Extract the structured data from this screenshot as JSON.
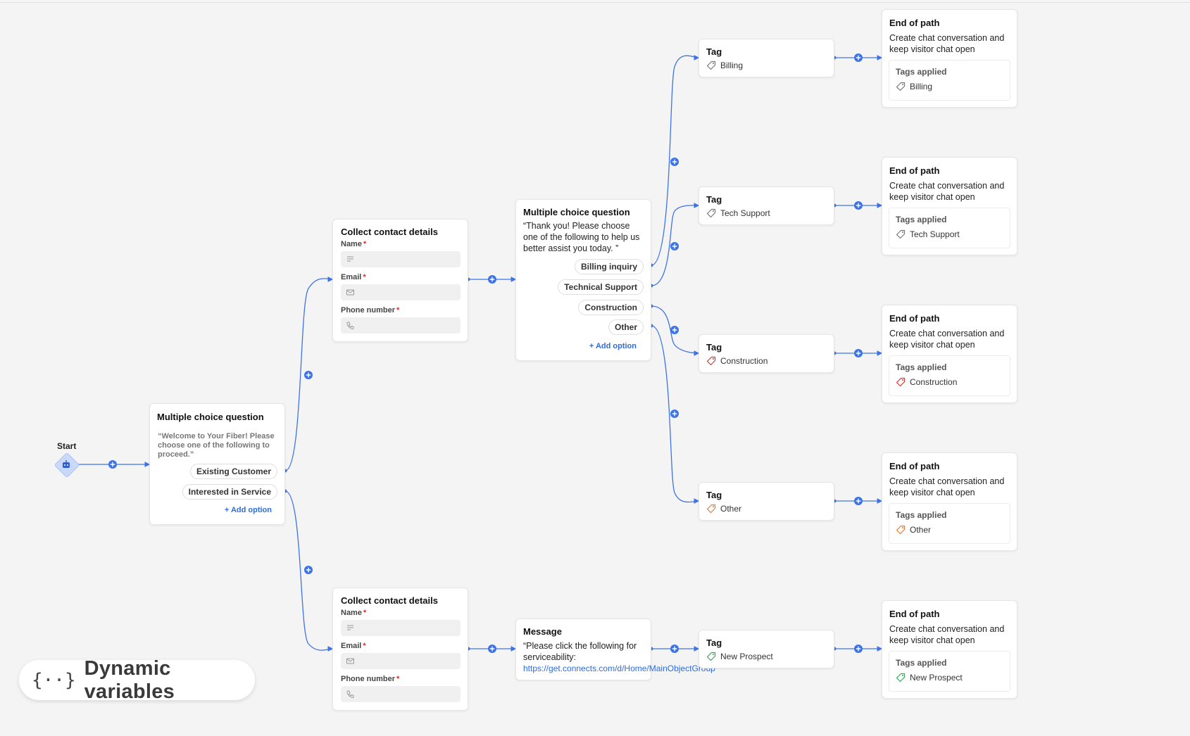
{
  "canvas": {
    "start_label": "Start",
    "accent_color": "#3e73e6"
  },
  "nodes": {
    "mcq1": {
      "title": "Multiple choice question",
      "text": "“Welcome to Your Fiber! Please choose one of the following to proceed.”",
      "options": [
        "Existing Customer",
        "Interested in Service"
      ],
      "add_option": "+ Add option"
    },
    "collect1": {
      "title": "Collect contact details",
      "fields": [
        "Name",
        "Email",
        "Phone number"
      ],
      "required_mark": "*"
    },
    "collect2": {
      "title": "Collect contact details",
      "fields": [
        "Name",
        "Email",
        "Phone number"
      ],
      "required_mark": "*"
    },
    "mcq2": {
      "title": "Multiple choice question",
      "text": "“Thank you! Please choose one of the following to help us better assist you today. ”",
      "options": [
        "Billing inquiry",
        "Technical Support",
        "Construction",
        "Other"
      ],
      "add_option": "+ Add option"
    },
    "message": {
      "title": "Message",
      "text": "“Please click the following for serviceability:",
      "link": "https://get.connects.com/d/Home/MainObjectGroup"
    },
    "tags": [
      {
        "title": "Tag",
        "value": "Billing",
        "icon": "tag-icon",
        "color": "#777777"
      },
      {
        "title": "Tag",
        "value": "Tech Support",
        "icon": "tag-icon",
        "color": "#777777"
      },
      {
        "title": "Tag",
        "value": "Construction",
        "icon": "tag-icon",
        "color": "#d63a2f"
      },
      {
        "title": "Tag",
        "value": "Other",
        "icon": "tag-icon",
        "color": "#e07a3a"
      },
      {
        "title": "Tag",
        "value": "New Prospect",
        "icon": "tag-icon",
        "color": "#3aa55a"
      }
    ],
    "ends": [
      {
        "title": "End of path",
        "text": "Create chat conversation and keep visitor chat open",
        "tags_label": "Tags applied",
        "tag": "Billing"
      },
      {
        "title": "End of path",
        "text": "Create chat conversation and keep visitor chat open",
        "tags_label": "Tags applied",
        "tag": "Tech Support"
      },
      {
        "title": "End of path",
        "text": "Create chat conversation and keep visitor chat open",
        "tags_label": "Tags applied",
        "tag": "Construction"
      },
      {
        "title": "End of path",
        "text": "Create chat conversation and keep visitor chat open",
        "tags_label": "Tags applied",
        "tag": "Other"
      },
      {
        "title": "End of path",
        "text": "Create chat conversation and keep visitor chat open",
        "tags_label": "Tags applied",
        "tag": "New Prospect"
      }
    ]
  },
  "dynamic_variables": {
    "icon": "{··}",
    "label": "Dynamic variables"
  }
}
